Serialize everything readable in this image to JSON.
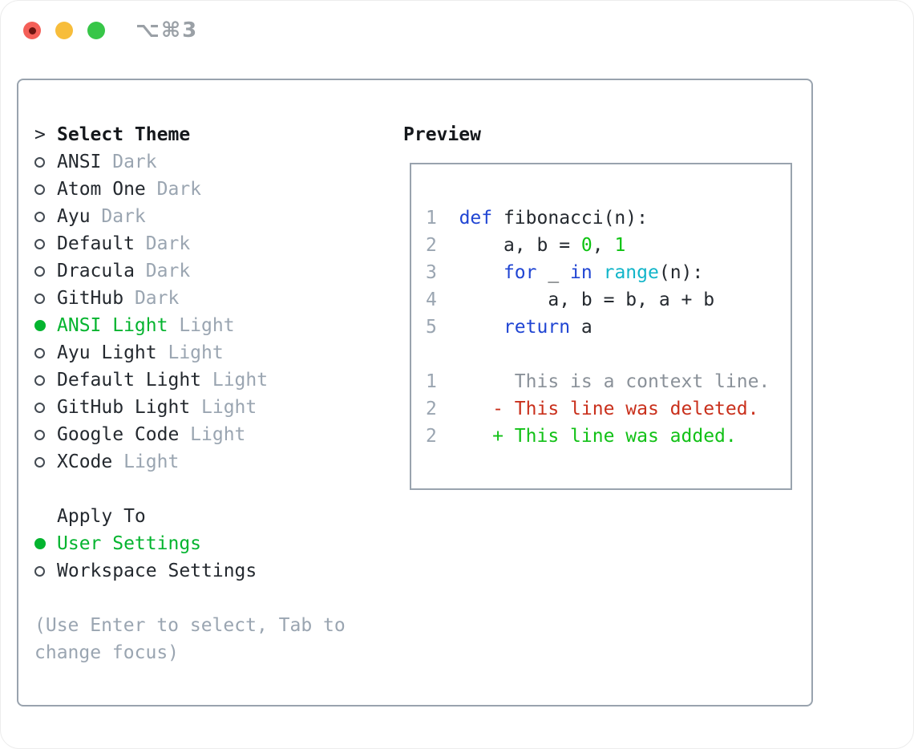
{
  "window": {
    "shortcut": "⌥⌘3",
    "traffic_lights": [
      "close",
      "minimize",
      "zoom"
    ]
  },
  "panel": {
    "select_theme": {
      "prompt": ">",
      "title": "Select Theme",
      "items": [
        {
          "name": "ANSI",
          "variant": "Dark",
          "selected": false
        },
        {
          "name": "Atom One",
          "variant": "Dark",
          "selected": false
        },
        {
          "name": "Ayu",
          "variant": "Dark",
          "selected": false
        },
        {
          "name": "Default",
          "variant": "Dark",
          "selected": false
        },
        {
          "name": "Dracula",
          "variant": "Dark",
          "selected": false
        },
        {
          "name": "GitHub",
          "variant": "Dark",
          "selected": false
        },
        {
          "name": "ANSI Light",
          "variant": "Light",
          "selected": true
        },
        {
          "name": "Ayu Light",
          "variant": "Light",
          "selected": false
        },
        {
          "name": "Default Light",
          "variant": "Light",
          "selected": false
        },
        {
          "name": "GitHub Light",
          "variant": "Light",
          "selected": false
        },
        {
          "name": "Google Code",
          "variant": "Light",
          "selected": false
        },
        {
          "name": "XCode",
          "variant": "Light",
          "selected": false
        }
      ]
    },
    "apply_to": {
      "title": "Apply To",
      "items": [
        {
          "name": "User Settings",
          "selected": true
        },
        {
          "name": "Workspace Settings",
          "selected": false
        }
      ]
    },
    "hint": "(Use Enter to select, Tab to change focus)",
    "preview": {
      "title": "Preview",
      "code_lines": [
        {
          "segs": [
            {
              "t": "1",
              "c": "ln"
            },
            {
              "t": "  ",
              "c": "fg"
            },
            {
              "t": "def",
              "c": "kw"
            },
            {
              "t": " fibonacci(n):",
              "c": "fg"
            }
          ]
        },
        {
          "segs": [
            {
              "t": "2",
              "c": "ln"
            },
            {
              "t": "      ",
              "c": "fg"
            },
            {
              "t": "a, b = ",
              "c": "fg"
            },
            {
              "t": "0",
              "c": "num"
            },
            {
              "t": ", ",
              "c": "fg"
            },
            {
              "t": "1",
              "c": "num"
            }
          ]
        },
        {
          "segs": [
            {
              "t": "3",
              "c": "ln"
            },
            {
              "t": "      ",
              "c": "fg"
            },
            {
              "t": "for",
              "c": "kw"
            },
            {
              "t": " _ ",
              "c": "fg"
            },
            {
              "t": "in",
              "c": "kw"
            },
            {
              "t": " ",
              "c": "fg"
            },
            {
              "t": "range",
              "c": "fn"
            },
            {
              "t": "(n):",
              "c": "fg"
            }
          ]
        },
        {
          "segs": [
            {
              "t": "4",
              "c": "ln"
            },
            {
              "t": "          ",
              "c": "fg"
            },
            {
              "t": "a, b = b, a + b",
              "c": "fg"
            }
          ]
        },
        {
          "segs": [
            {
              "t": "5",
              "c": "ln"
            },
            {
              "t": "      ",
              "c": "fg"
            },
            {
              "t": "return",
              "c": "kw"
            },
            {
              "t": " a",
              "c": "fg"
            }
          ]
        },
        {
          "segs": []
        },
        {
          "segs": [
            {
              "t": "1",
              "c": "ln"
            },
            {
              "t": "       ",
              "c": "fg"
            },
            {
              "t": "This is a context line.",
              "c": "ctx"
            }
          ]
        },
        {
          "segs": [
            {
              "t": "2",
              "c": "ln"
            },
            {
              "t": "     ",
              "c": "fg"
            },
            {
              "t": "- This line was deleted.",
              "c": "del"
            }
          ]
        },
        {
          "segs": [
            {
              "t": "2",
              "c": "ln"
            },
            {
              "t": "     ",
              "c": "fg"
            },
            {
              "t": "+ This line was added.",
              "c": "add"
            }
          ]
        }
      ]
    }
  },
  "colors": {
    "text": "#24292f",
    "title": "#15181c",
    "muted": "#9aa5b1",
    "context": "#8a9199",
    "border": "#99a3ae",
    "ring": "#434a52",
    "selected": "#04b42f",
    "keyword": "#2045d3",
    "builtin": "#12b5c9",
    "number": "#0ec312",
    "added": "#12c117",
    "removed": "#c9301c",
    "shortcut": "#9aa0a6",
    "light_red": "#f45f58",
    "light_red_dot": "#6d1410",
    "light_yellow": "#f7bd3b",
    "light_green": "#37c648"
  }
}
